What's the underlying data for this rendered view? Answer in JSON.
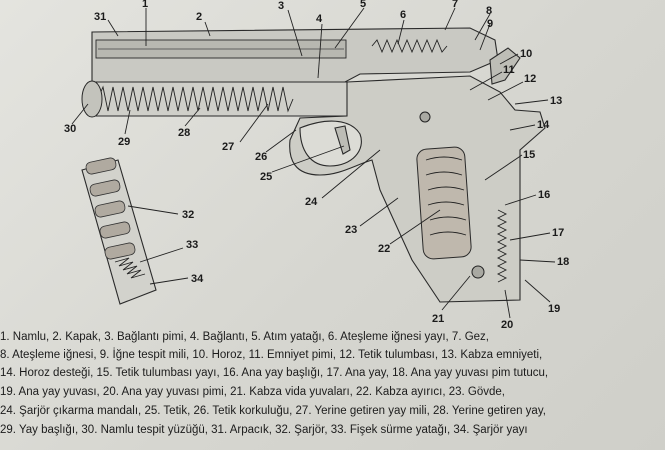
{
  "callouts": [
    "1",
    "2",
    "3",
    "4",
    "5",
    "6",
    "7",
    "8",
    "9",
    "10",
    "11",
    "12",
    "13",
    "14",
    "15",
    "16",
    "17",
    "18",
    "19",
    "20",
    "21",
    "22",
    "23",
    "24",
    "25",
    "26",
    "27",
    "28",
    "29",
    "30",
    "31",
    "32",
    "33",
    "34"
  ],
  "legend": [
    "1. Namlu, 2. Kapak, 3. Bağlantı pimi, 4. Bağlantı, 5. Atım yatağı, 6. Ateşleme iğnesi yayı, 7. Gez,",
    "8. Ateşleme iğnesi, 9. İğne tespit mili, 10. Horoz, 11. Emniyet pimi, 12. Tetik tulumbası, 13. Kabza emniyeti,",
    "14. Horoz desteği, 15. Tetik tulumbası yayı, 16. Ana yay başlığı, 17. Ana yay, 18. Ana yay yuvası pim tutucu,",
    "19. Ana yay yuvası, 20. Ana yay yuvası pimi, 21. Kabza vida yuvaları, 22. Kabza ayırıcı, 23. Gövde,",
    "24. Şarjör çıkarma mandalı, 25. Tetik, 26. Tetik korkuluğu, 27. Yerine getiren yay mili, 28. Yerine getiren yay,",
    "29. Yay başlığı, 30. Namlu tespit yüzüğü, 31. Arpacık, 32. Şarjör, 33. Fişek sürme yatağı, 34. Şarjör yayı"
  ]
}
